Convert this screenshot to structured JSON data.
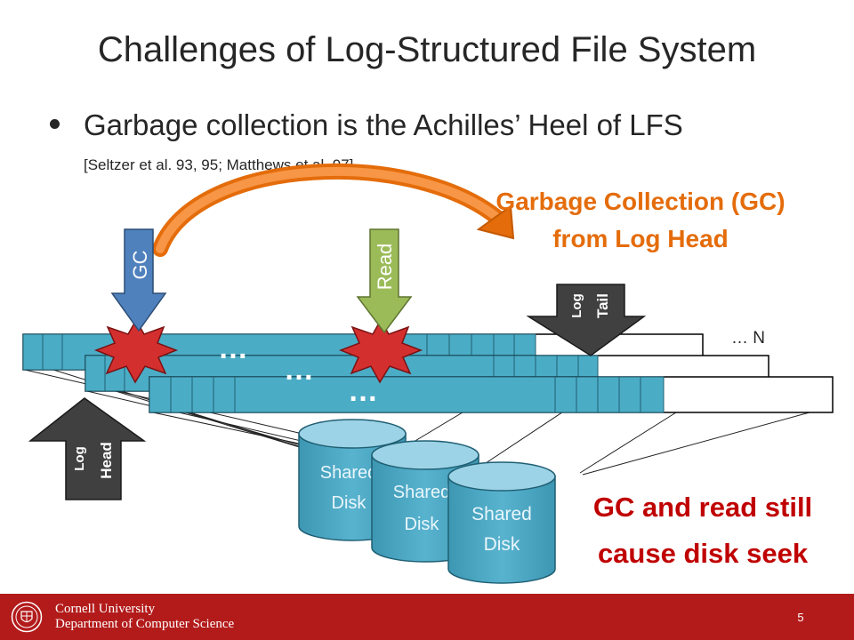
{
  "slide": {
    "title": "Challenges of Log-Structured File System",
    "bullet": "Garbage collection is the Achilles’ Heel of LFS",
    "citation": "[Seltzer et al. 93, 95; Matthews et al. 97]",
    "gc_caption_line1": "Garbage Collection (GC)",
    "gc_caption_line2": "from Log Head",
    "conclusion_line1": "GC and read still",
    "conclusion_line2": "cause disk seek"
  },
  "diagram": {
    "arrow_gc": "GC",
    "arrow_read": "Read",
    "log_tail_line1": "Log",
    "log_tail_line2": "Tail",
    "log_head_line1": "Log",
    "log_head_line2": "Head",
    "ellipsis": "…",
    "last_log_label": "… N",
    "disk_label_line1": "Shared",
    "disk_label_line2": "Disk"
  },
  "footer": {
    "university": "Cornell University",
    "department": "Department of Computer Science",
    "page_number": "5"
  },
  "colors": {
    "log_block": "#4bacc6",
    "gc_arrow": "#4f81bd",
    "read_arrow": "#77933c",
    "log_arrow": "#404040",
    "curved_arrow": "#e46c0a",
    "burst": "#c0392b",
    "footer": "#b31b1b"
  }
}
